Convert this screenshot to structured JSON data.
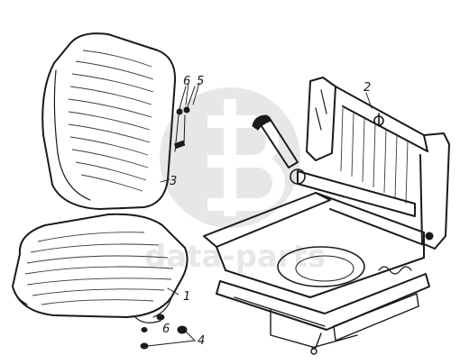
{
  "callouts": {
    "seat_cushion": "1",
    "seat_frame": "2",
    "backrest": "3",
    "nut": "4",
    "bolt": "5",
    "washer_upper": "6",
    "washer_lower": "6"
  },
  "watermark": {
    "text": "data-parts",
    "color": "#c8c8c8"
  },
  "colors": {
    "ink": "#1a1a1a",
    "background": "#ffffff"
  }
}
